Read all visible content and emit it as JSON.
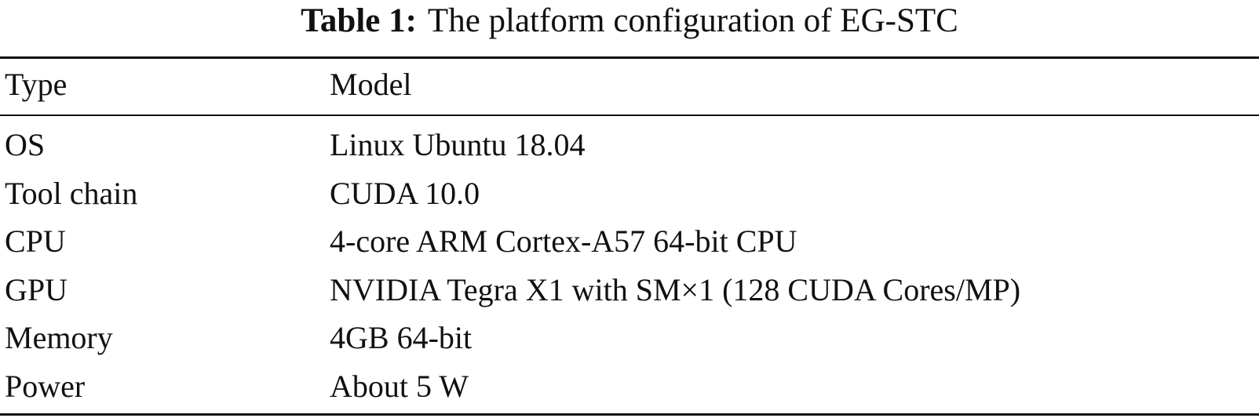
{
  "table": {
    "caption_label": "Table 1:",
    "caption_text": "The platform configuration of EG-STC",
    "headers": [
      "Type",
      "Model"
    ],
    "rows": [
      [
        "OS",
        "Linux Ubuntu 18.04"
      ],
      [
        "Tool chain",
        "CUDA 10.0"
      ],
      [
        "CPU",
        "4-core ARM Cortex-A57 64-bit CPU"
      ],
      [
        "GPU",
        "NVIDIA Tegra X1 with SM×1 (128 CUDA Cores/MP)"
      ],
      [
        "Memory",
        "4GB 64-bit"
      ],
      [
        "Power",
        "About 5 W"
      ]
    ]
  }
}
